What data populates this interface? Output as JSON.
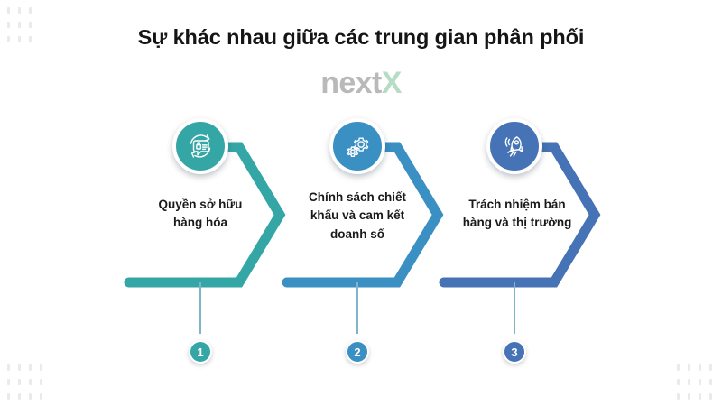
{
  "title": "Sự khác nhau giữa các trung gian phân phối",
  "watermark": {
    "part1": "next",
    "part2": "X",
    "color1": "#b9b9b9",
    "color2": "#b6dcc6"
  },
  "colors": {
    "step1": "#35a6a6",
    "step2": "#3a8fc3",
    "step3": "#4573b5",
    "title_text": "#151515",
    "label_text": "#1a1a1a",
    "stem": "#7fb4c9",
    "background": "#ffffff",
    "dots": "#d9d9de"
  },
  "steps": [
    {
      "number": "1",
      "label": "Quyền sở hữu\nhàng hóa",
      "label_line1": "Quyền sở hữu",
      "label_line2": "hàng hóa",
      "icon": "chat-document-icon",
      "color": "#35a6a6"
    },
    {
      "number": "2",
      "label": "Chính sách chiết\nkhấu và cam kết\ndoanh số",
      "label_line1": "Chính sách chiết",
      "label_line2": "khấu và cam kết",
      "label_line3": "doanh số",
      "icon": "gears-icon",
      "color": "#3a8fc3"
    },
    {
      "number": "3",
      "label": "Trách nhiệm bán\nhàng và thị trường",
      "label_line1": "Trách nhiệm bán",
      "label_line2": "hàng và thị trường",
      "icon": "rocket-icon",
      "color": "#4573b5"
    }
  ]
}
